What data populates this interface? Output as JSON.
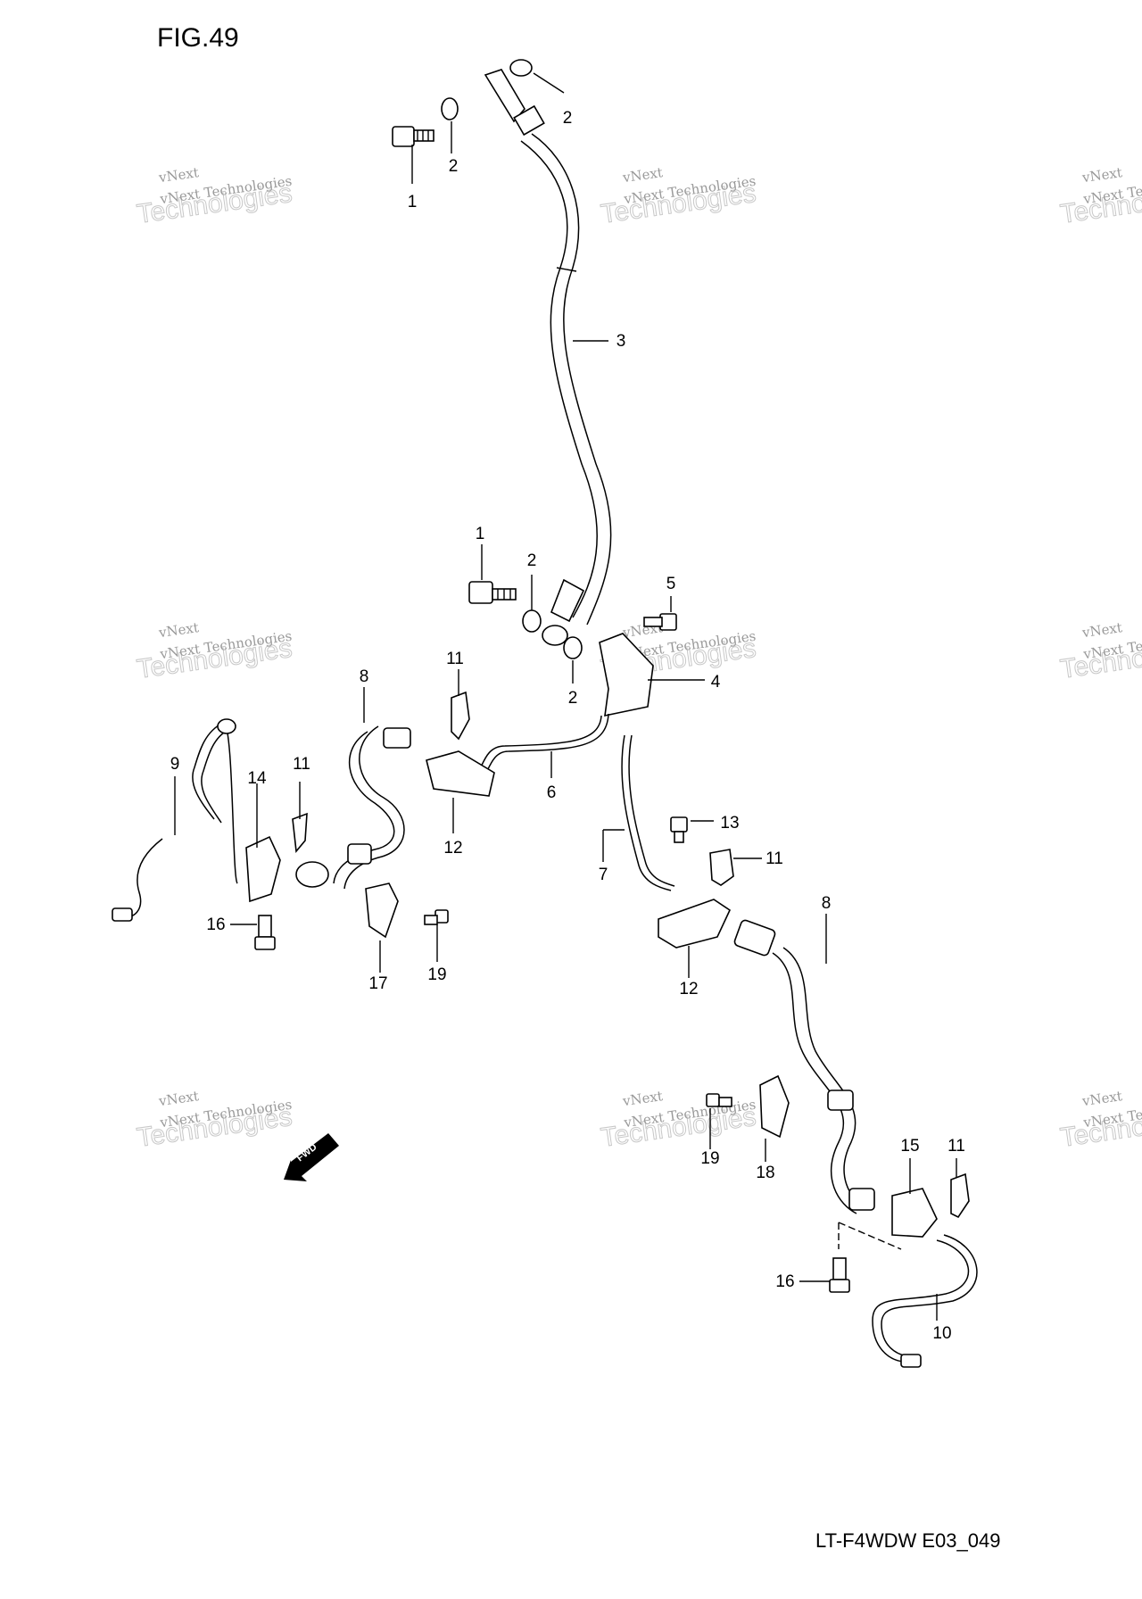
{
  "figure": {
    "title": "FIG.49",
    "code": "LT-F4WDW E03_049"
  },
  "watermark": {
    "line1": "vNext",
    "line2": "vNext Technologies",
    "line3": "Technologies"
  },
  "fwd_label": "FWD",
  "callouts": {
    "c1a": "1",
    "c2a": "2",
    "c2b": "2",
    "c3": "3",
    "c1b": "1",
    "c2c": "2",
    "c5": "5",
    "c2d": "2",
    "c4": "4",
    "c11a": "11",
    "c8a": "8",
    "c9": "9",
    "c14": "14",
    "c11b": "11",
    "c6": "6",
    "c12a": "12",
    "c16a": "16",
    "c17": "17",
    "c19a": "19",
    "c13": "13",
    "c11c": "11",
    "c7": "7",
    "c8b": "8",
    "c12b": "12",
    "c19b": "19",
    "c18": "18",
    "c15": "15",
    "c11d": "11",
    "c16b": "16",
    "c10": "10"
  }
}
